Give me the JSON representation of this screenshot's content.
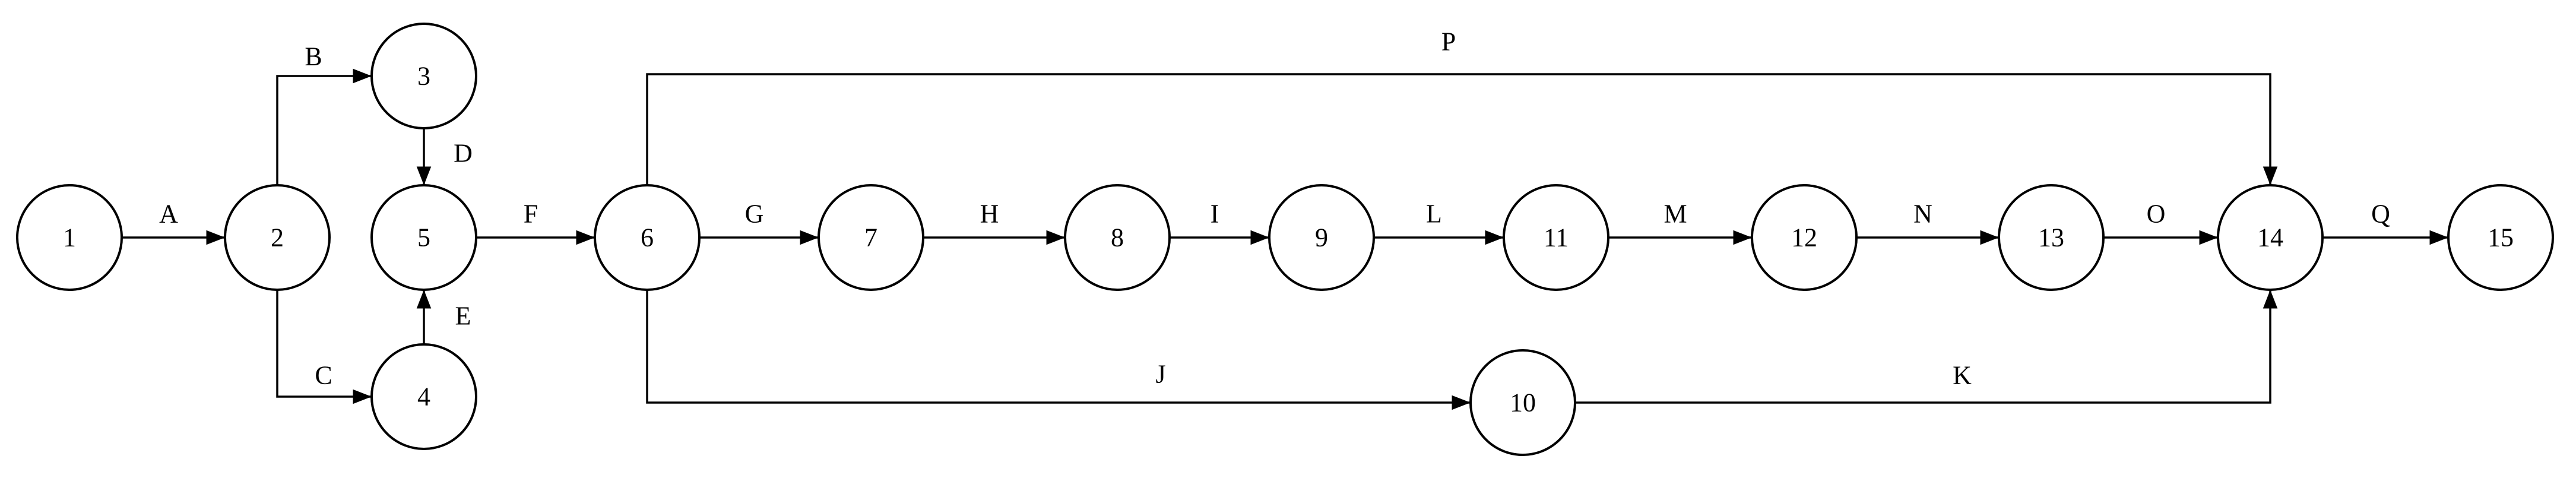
{
  "nodes": [
    {
      "id": "1",
      "label": "1"
    },
    {
      "id": "2",
      "label": "2"
    },
    {
      "id": "3",
      "label": "3"
    },
    {
      "id": "4",
      "label": "4"
    },
    {
      "id": "5",
      "label": "5"
    },
    {
      "id": "6",
      "label": "6"
    },
    {
      "id": "7",
      "label": "7"
    },
    {
      "id": "8",
      "label": "8"
    },
    {
      "id": "9",
      "label": "9"
    },
    {
      "id": "10",
      "label": "10"
    },
    {
      "id": "11",
      "label": "11"
    },
    {
      "id": "12",
      "label": "12"
    },
    {
      "id": "13",
      "label": "13"
    },
    {
      "id": "14",
      "label": "14"
    },
    {
      "id": "15",
      "label": "15"
    }
  ],
  "edges": [
    {
      "from": "1",
      "to": "2",
      "label": "A"
    },
    {
      "from": "2",
      "to": "3",
      "label": "B"
    },
    {
      "from": "2",
      "to": "4",
      "label": "C"
    },
    {
      "from": "3",
      "to": "5",
      "label": "D"
    },
    {
      "from": "4",
      "to": "5",
      "label": "E"
    },
    {
      "from": "5",
      "to": "6",
      "label": "F"
    },
    {
      "from": "6",
      "to": "7",
      "label": "G"
    },
    {
      "from": "7",
      "to": "8",
      "label": "H"
    },
    {
      "from": "8",
      "to": "9",
      "label": "I"
    },
    {
      "from": "6",
      "to": "10",
      "label": "J"
    },
    {
      "from": "10",
      "to": "14",
      "label": "K"
    },
    {
      "from": "9",
      "to": "11",
      "label": "L"
    },
    {
      "from": "11",
      "to": "12",
      "label": "M"
    },
    {
      "from": "12",
      "to": "13",
      "label": "N"
    },
    {
      "from": "13",
      "to": "14",
      "label": "O"
    },
    {
      "from": "6",
      "to": "14",
      "label": "P"
    },
    {
      "from": "14",
      "to": "15",
      "label": "Q"
    }
  ]
}
